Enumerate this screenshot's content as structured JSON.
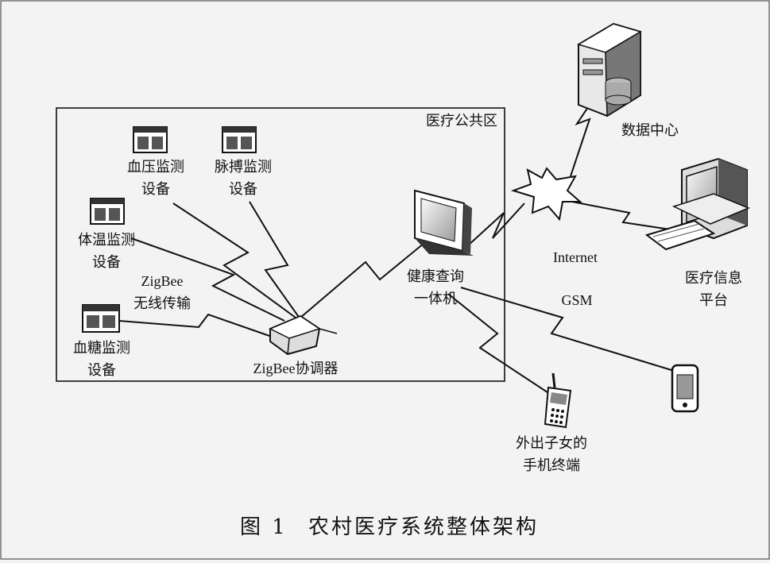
{
  "zone_label": "医疗公共区",
  "devices": {
    "blood_pressure": [
      "血压监测",
      "设备"
    ],
    "pulse": [
      "脉搏监测",
      "设备"
    ],
    "temperature": [
      "体温监测",
      "设备"
    ],
    "blood_sugar": [
      "血糖监测",
      "设备"
    ]
  },
  "zigbee_wireless": [
    "ZigBee",
    "无线传输"
  ],
  "coordinator": "ZigBee协调器",
  "kiosk": [
    "健康查询",
    "一体机"
  ],
  "data_center": "数据中心",
  "platform": [
    "医疗信息",
    "平台"
  ],
  "internet": "Internet",
  "gsm": "GSM",
  "phone_terminal": [
    "外出子女的",
    "手机终端"
  ],
  "caption": {
    "number": "图 1",
    "title": "农村医疗系统整体架构"
  }
}
